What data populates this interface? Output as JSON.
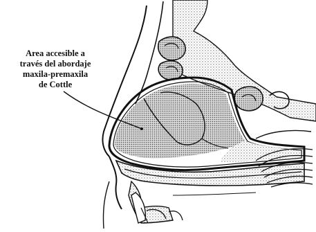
{
  "figure": {
    "caption_lines": [
      "Area accesible a",
      "través del abordaje",
      "maxila-premaxila",
      "de Cottle"
    ],
    "colors": {
      "ink": "#111111",
      "stipple_light": "#bdbdbd",
      "stipple_dense": "#7a7a7a",
      "background": "#ffffff"
    }
  }
}
